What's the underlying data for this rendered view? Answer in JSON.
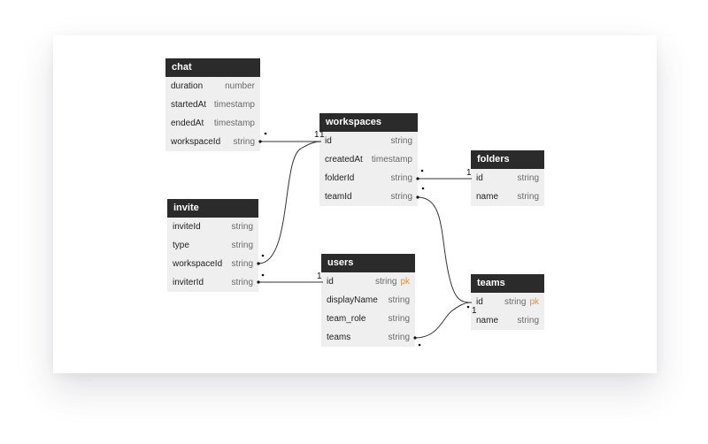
{
  "tables": {
    "chat": {
      "title": "chat",
      "fields": [
        {
          "name": "duration",
          "type": "number"
        },
        {
          "name": "startedAt",
          "type": "timestamp"
        },
        {
          "name": "endedAt",
          "type": "timestamp"
        },
        {
          "name": "workspaceId",
          "type": "string"
        }
      ]
    },
    "workspaces": {
      "title": "workspaces",
      "fields": [
        {
          "name": "id",
          "type": "string"
        },
        {
          "name": "createdAt",
          "type": "timestamp"
        },
        {
          "name": "folderId",
          "type": "string"
        },
        {
          "name": "teamId",
          "type": "string"
        }
      ]
    },
    "folders": {
      "title": "folders",
      "fields": [
        {
          "name": "id",
          "type": "string"
        },
        {
          "name": "name",
          "type": "string"
        }
      ]
    },
    "invite": {
      "title": "invite",
      "fields": [
        {
          "name": "inviteId",
          "type": "string"
        },
        {
          "name": "type",
          "type": "string"
        },
        {
          "name": "workspaceId",
          "type": "string"
        },
        {
          "name": "inviterId",
          "type": "string"
        }
      ]
    },
    "users": {
      "title": "users",
      "fields": [
        {
          "name": "id",
          "type": "string",
          "pk": "pk"
        },
        {
          "name": "displayName",
          "type": "string"
        },
        {
          "name": "team_role",
          "type": "string"
        },
        {
          "name": "teams",
          "type": "string"
        }
      ]
    },
    "teams": {
      "title": "teams",
      "fields": [
        {
          "name": "id",
          "type": "string",
          "pk": "pk"
        },
        {
          "name": "name",
          "type": "string"
        }
      ]
    }
  },
  "relations": [
    {
      "from": "chat.workspaceId",
      "to": "workspaces.id",
      "from_card": "•",
      "to_card": "1"
    },
    {
      "from": "invite.workspaceId",
      "to": "workspaces.id",
      "from_card": "•",
      "to_card": "1"
    },
    {
      "from": "workspaces.folderId",
      "to": "folders.id",
      "from_card": "•",
      "to_card": "1"
    },
    {
      "from": "invite.inviterId",
      "to": "users.id",
      "from_card": "•",
      "to_card": "1"
    },
    {
      "from": "workspaces.teamId",
      "to": "teams.id",
      "from_card": "•",
      "to_card": "1"
    },
    {
      "from": "users.teams",
      "to": "teams.id",
      "from_card": "•",
      "to_card": "•"
    }
  ]
}
